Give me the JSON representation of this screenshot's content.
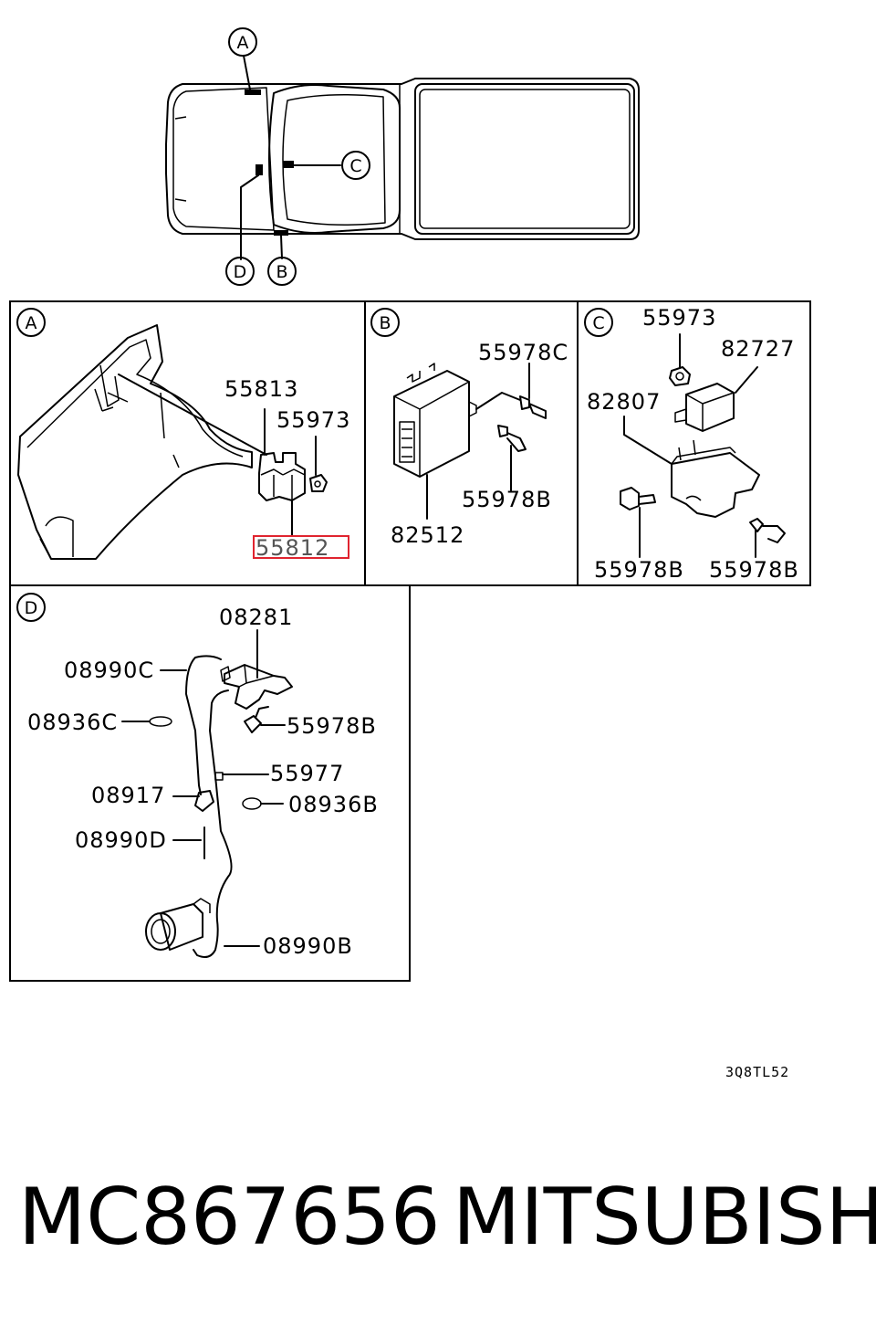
{
  "overview": {
    "callouts": [
      "A",
      "B",
      "C",
      "D"
    ]
  },
  "panels": {
    "A": {
      "label": "A",
      "parts": [
        "55813",
        "55973",
        "55812"
      ],
      "highlighted": "55812",
      "highlight_color": "#e0242f"
    },
    "B": {
      "label": "B",
      "parts": [
        "55978C",
        "55978B",
        "82512"
      ]
    },
    "C": {
      "label": "C",
      "parts": [
        "55973",
        "82727",
        "82807",
        "55978B",
        "55978B"
      ]
    },
    "D": {
      "label": "D",
      "parts": [
        "08281",
        "08990C",
        "08936C",
        "55978B",
        "55977",
        "08917",
        "08936B",
        "08990D",
        "08990B"
      ]
    }
  },
  "diagram_code": "3Q8TL52",
  "footer": {
    "part_number": "MC867656",
    "brand": "MITSUBISHI"
  }
}
